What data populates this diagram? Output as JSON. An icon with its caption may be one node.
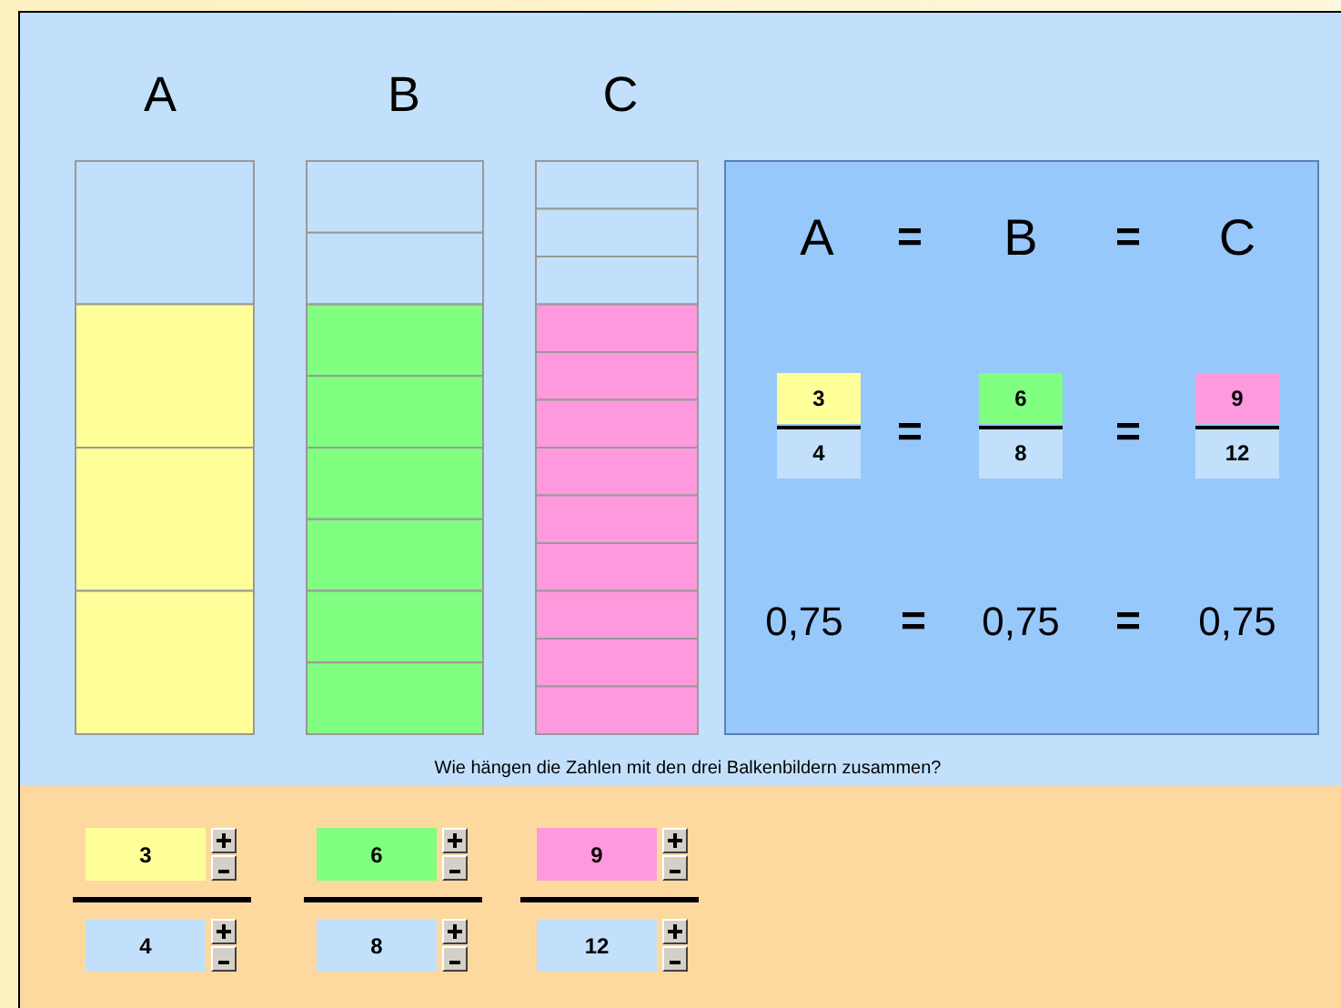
{
  "diagram": {
    "labels": [
      "A",
      "B",
      "C",
      "A",
      "=",
      "B",
      "=",
      "C",
      "3",
      "4",
      "=",
      "6",
      "8",
      "=",
      "9",
      "12",
      "0,75",
      "=",
      "0,75",
      "=",
      "0,75",
      "Wie hängen die Zahlen mit den drei Balkenbildern zusammen?",
      "3",
      "6",
      "9",
      "4",
      "8",
      "12"
    ]
  }
}
